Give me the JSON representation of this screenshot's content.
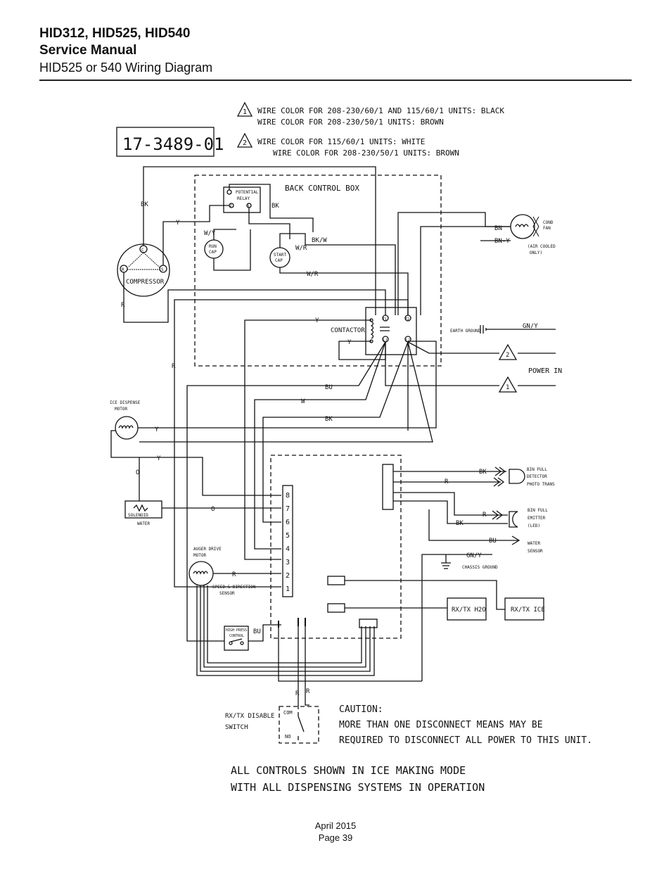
{
  "header": {
    "line1": "HID312, HID525, HID540",
    "line2": "Service Manual",
    "line3": "HID525 or 540 Wiring Diagram"
  },
  "diagram": {
    "part_number": "17-3489-01",
    "notes": {
      "n1_mark": "1",
      "n1_line1": "WIRE COLOR FOR 208-230/60/1 AND 115/60/1 UNITS: BLACK",
      "n1_line2": "WIRE COLOR FOR 208-230/50/1 UNITS: BROWN",
      "n2_mark": "2",
      "n2_line1": "WIRE COLOR FOR 115/60/1 UNITS: WHITE",
      "n2_line2": "WIRE COLOR FOR 208-230/50/1 UNITS: BROWN"
    },
    "back_control_box": "BACK CONTROL BOX",
    "potential_relay_1": "POTENTIAL",
    "potential_relay_2": "RELAY",
    "relay_pin_2": "2",
    "relay_pin_5": "5",
    "run_cap_1": "RUN",
    "run_cap_2": "CAP",
    "start_cap_1": "START",
    "start_cap_2": "CAP",
    "compressor": "COMPRESSOR",
    "comp_c": "C",
    "comp_r": "R",
    "comp_s": "S",
    "contactor": "CONTACTOR",
    "t1": "T1",
    "t2": "T2",
    "l1": "L1",
    "l2": "L2",
    "cond_fan_1": "COND",
    "cond_fan_2": "FAN",
    "air_cooled_1": "(AIR COOLED",
    "air_cooled_2": "ONLY)",
    "earth_ground": "EARTH GROUND",
    "power_in": "POWER IN",
    "tri2": "2",
    "tri1": "1",
    "ice_dispense_1": "ICE DISPENSE",
    "ice_dispense_2": "MOTOR",
    "solenoid_1": "SOLENOID",
    "solenoid_2": "WATER",
    "auger_1": "AUGER DRIVE",
    "auger_2": "MOTOR",
    "speed_1": "SPEED & DIRECTION",
    "speed_2": "SENSOR",
    "hi_press_1": "HIGH PRESS",
    "hi_press_2": "CONTROL",
    "bin_det_1": "BIN FULL",
    "bin_det_2": "DETECTOR",
    "bin_det_3": "PHOTO TRANS",
    "bin_emit_1": "BIN FULL",
    "bin_emit_2": "EMITTER",
    "bin_emit_3": "(LED)",
    "water_sensor_1": "WATER",
    "water_sensor_2": "SENSOR",
    "chassis_ground": "CHASSIS GROUND",
    "rx_h2o": "RX/TX H2O",
    "rx_ice": "RX/TX ICE",
    "rx_disable_1": "RX/TX DISABLE",
    "rx_disable_2": "SWITCH",
    "com": "COM",
    "no": "NO",
    "terminals": [
      "8",
      "7",
      "6",
      "5",
      "4",
      "3",
      "2",
      "1"
    ],
    "wire_labels": {
      "bk_comp": "BK",
      "bk_relay": "BK",
      "y_relay": "Y",
      "w_y": "W/Y",
      "w_r_1": "W/R",
      "w_r_2": "W/R",
      "bk_w": "BK/W",
      "bn": "BN",
      "bn_y": "BN-Y",
      "r_comp": "R",
      "r_left": "R",
      "y_contactor": "Y",
      "y_coil": "Y",
      "gn_y_earth": "GN/Y",
      "bu_1": "BU",
      "w_1": "W",
      "bk_1": "BK",
      "y_ice": "Y",
      "y_ice2": "Y",
      "o_1": "O",
      "o_2": "O",
      "r_auger": "R",
      "bu_hp": "BU",
      "bk_bin": "BK",
      "r_bin": "R",
      "r_emit": "R",
      "bk_emit": "BK",
      "bu_water": "BU",
      "gn_y_chassis": "GN/Y",
      "r_sw1": "R",
      "r_sw2": "R"
    },
    "caution_1": "CAUTION:",
    "caution_2": "MORE THAN ONE DISCONNECT MEANS MAY BE",
    "caution_3": "REQUIRED TO DISCONNECT ALL POWER TO THIS UNIT.",
    "bottom_1": "ALL CONTROLS SHOWN IN ICE MAKING MODE",
    "bottom_2": "WITH ALL DISPENSING SYSTEMS IN OPERATION"
  },
  "footer": {
    "date": "April 2015",
    "page": "Page 39"
  }
}
